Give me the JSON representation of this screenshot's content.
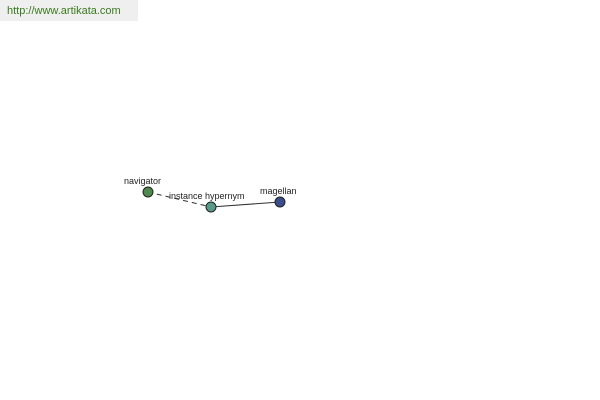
{
  "header": {
    "url": "http://www.artikata.com"
  },
  "graph": {
    "nodes": [
      {
        "id": "navigator",
        "label": "navigator",
        "color": "#4e8a4e"
      },
      {
        "id": "center",
        "label": "",
        "color": "#5a9a8a"
      },
      {
        "id": "magellan",
        "label": "magellan",
        "color": "#3c4c8c"
      }
    ],
    "edges": [
      {
        "from": "navigator",
        "to": "center",
        "style": "dashed"
      },
      {
        "from": "center",
        "to": "magellan",
        "style": "solid"
      }
    ],
    "edge_label": "instance hypernym"
  }
}
